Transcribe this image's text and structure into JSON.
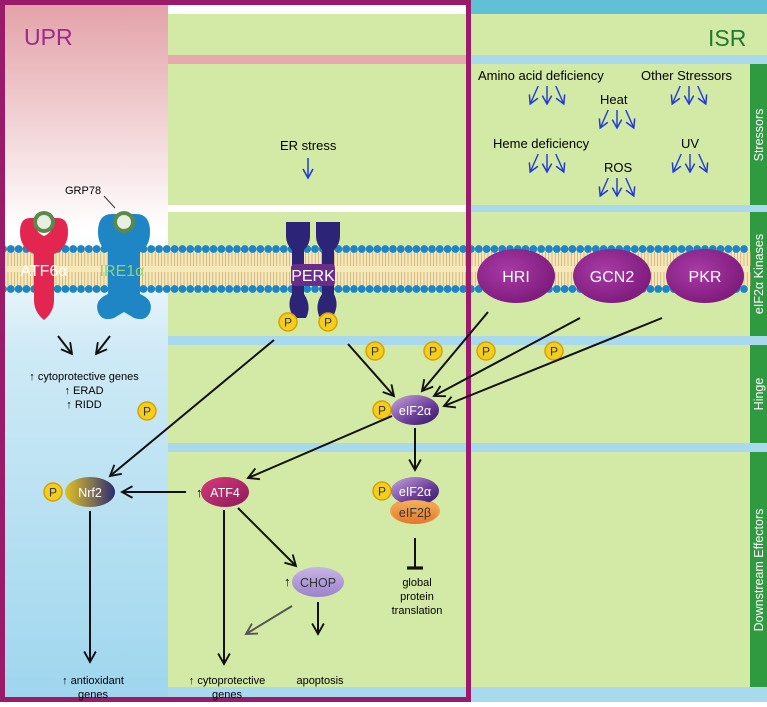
{
  "headers": {
    "upr": "UPR",
    "isr": "ISR"
  },
  "side_labels": {
    "stressors": "Stressors",
    "kinases": "eIF2α Kinases",
    "hinge": "Hinge",
    "effectors": "Downstream Effectors"
  },
  "stressors": {
    "amino_acid": "Amino acid deficiency",
    "other": "Other Stressors",
    "heat": "Heat",
    "heme": "Heme deficiency",
    "uv": "UV",
    "ros": "ROS"
  },
  "er_stress": "ER stress",
  "grp78": "GRP78",
  "receptors": {
    "atf6": "ATF6α",
    "ire1": "IRE1α",
    "perk": "PERK"
  },
  "kinases": {
    "hri": "HRI",
    "gcn2": "GCN2",
    "pkr": "PKR"
  },
  "phospho": "P",
  "upr_outputs": {
    "line1": "↑ cytoprotective genes",
    "line2": "↑ ERAD",
    "line3": "↑ RIDD"
  },
  "nodes": {
    "eif2a": "eIF2α",
    "eif2b": "eIF2β",
    "nrf2": "Nrf2",
    "atf4": "ATF4",
    "chop": "CHOP",
    "up_arrow": "↑"
  },
  "outputs": {
    "antioxidant_1": "↑ antioxidant",
    "antioxidant_2": "genes",
    "cyto_1": "↑ cytoprotective",
    "cyto_2": "genes",
    "apoptosis": "apoptosis",
    "global_1": "global",
    "global_2": "protein",
    "global_3": "translation"
  },
  "colors": {
    "upr_border": "#9b1b6b",
    "upr_title": "#9b2a8a",
    "isr_title": "#1e7a2a",
    "panel_green": "#d3eaa6",
    "sidebar_green": "#2f9a3f",
    "band_blue": "#a9d9ec",
    "membrane_blue": "#1a86c8",
    "phospho_yellow": "#f2cf1f",
    "stress_arrow": "#1f39d6",
    "kinase_purple": "#8a1f88",
    "atf6_red": "#e2264f",
    "ire1_green": "#4caf50",
    "perk_navy": "#2c2476"
  }
}
